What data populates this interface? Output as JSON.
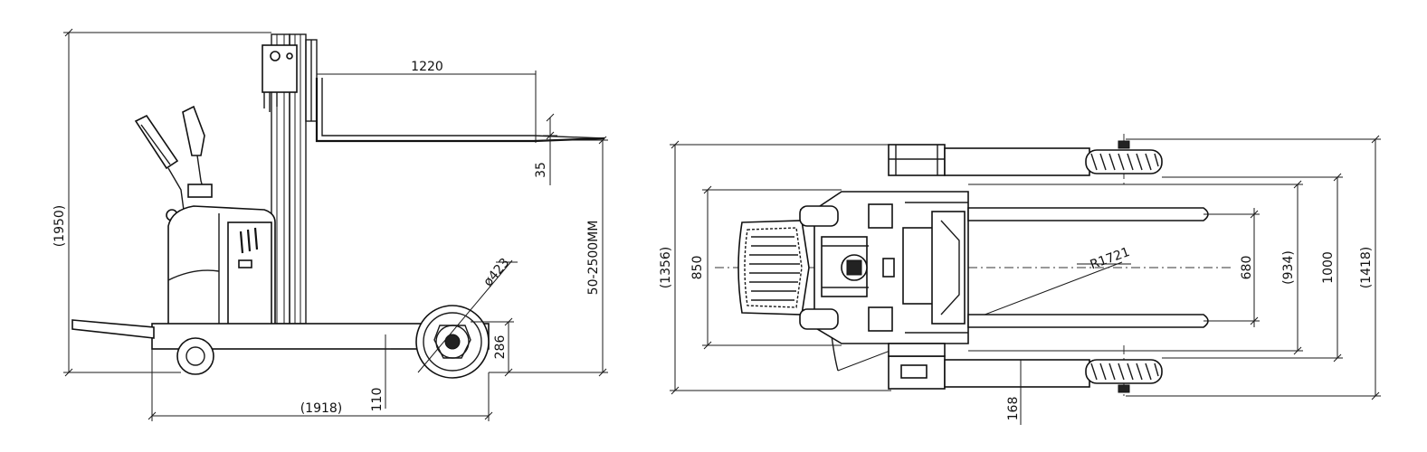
{
  "side_view": {
    "dim_length_fork": "1220",
    "dim_fork_thickness": "35",
    "dim_overall_height": "(1950)",
    "dim_lift_range": "50-2500MM",
    "dim_wheel_diameter": "ø423",
    "dim_axle_height": "286",
    "dim_ground_clearance": "110",
    "dim_overall_length": "(1918)"
  },
  "top_view": {
    "dim_overall_width": "(1356)",
    "dim_width_850": "850",
    "dim_turn_radius": "R1721",
    "dim_fork_spread": "680",
    "dim_width_934": "(934)",
    "dim_width_1000": "1000",
    "dim_width_1418": "(1418)",
    "dim_offset": "168"
  }
}
